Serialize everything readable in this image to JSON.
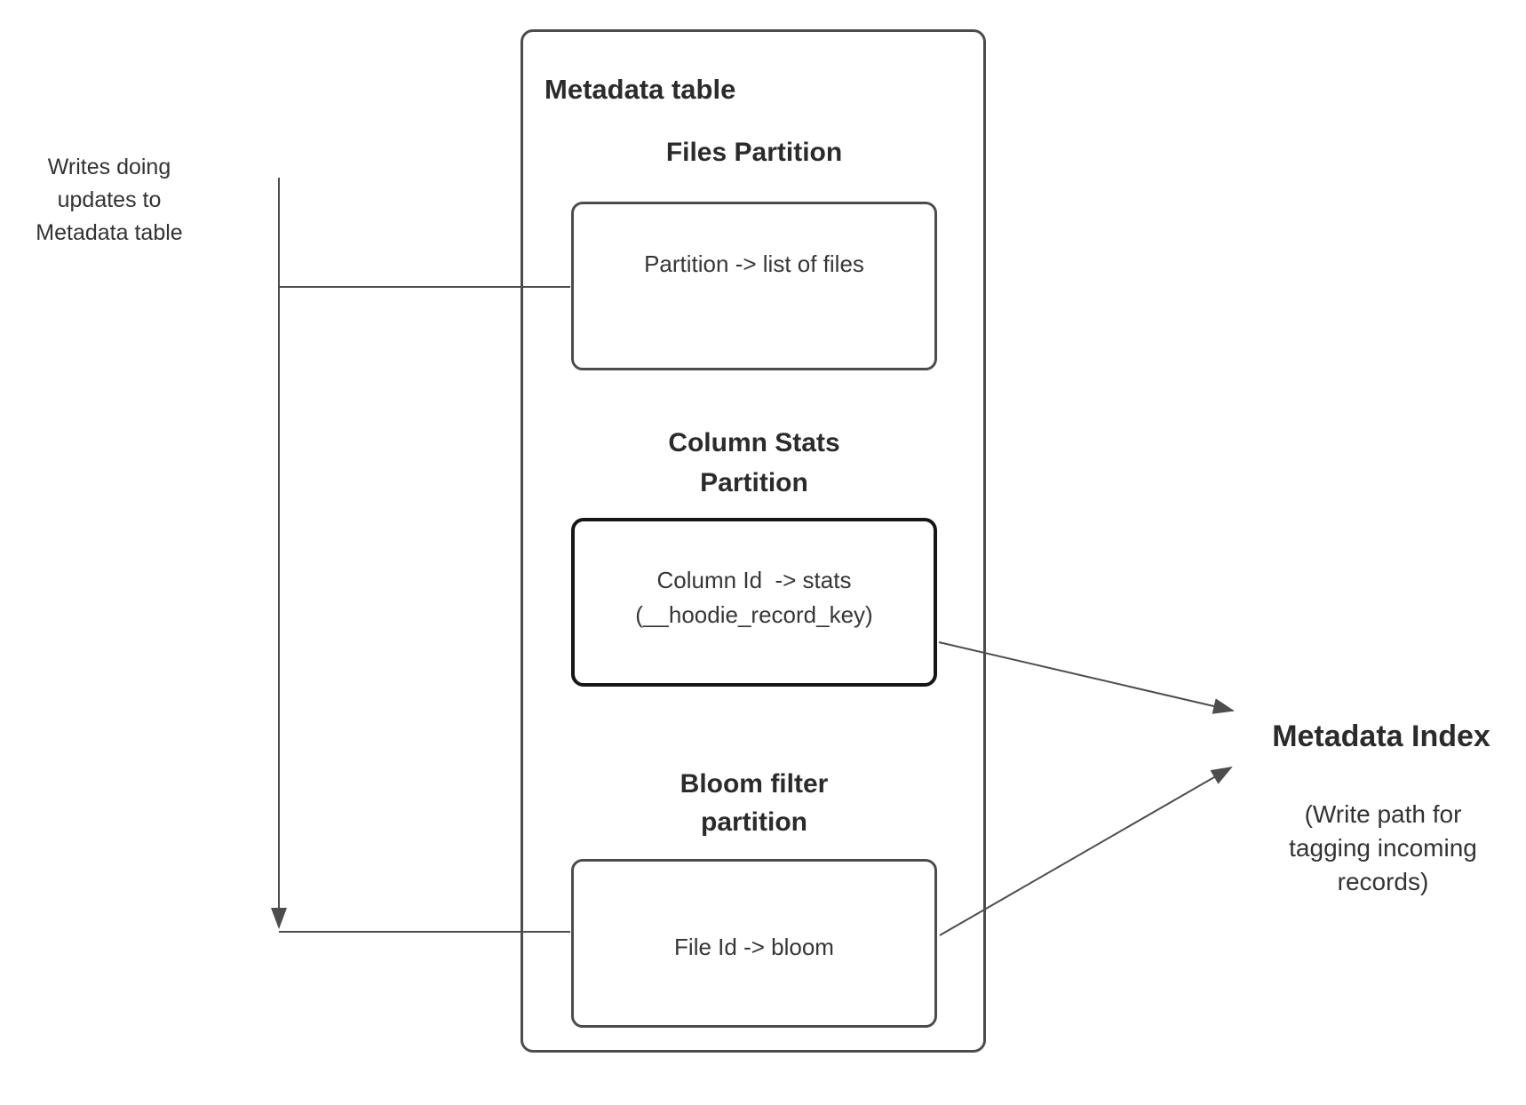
{
  "left_note": {
    "lines": [
      "Writes doing",
      "updates to",
      "Metadata table"
    ]
  },
  "metadata_table": {
    "title": "Metadata table",
    "files_partition": {
      "heading": "Files Partition",
      "box_label": "Partition -> list of files"
    },
    "column_stats_partition": {
      "heading_lines": [
        "Column Stats",
        "Partition"
      ],
      "box_label_lines": [
        "Column Id  -> stats",
        "(__hoodie_record_key)"
      ]
    },
    "bloom_filter_partition": {
      "heading_lines": [
        "Bloom filter",
        "partition"
      ],
      "box_label": "File Id -> bloom"
    }
  },
  "metadata_index": {
    "title": "Metadata Index",
    "caption_lines": [
      "(Write path for",
      "tagging incoming",
      "records)"
    ]
  },
  "colors": {
    "box_border_gray": "#4c4c4c",
    "box_border_dark": "#161616",
    "connector": "#4d4d4d",
    "heading_text": "#2b2b2b",
    "body_text": "#363636",
    "background": "#ffffff"
  }
}
